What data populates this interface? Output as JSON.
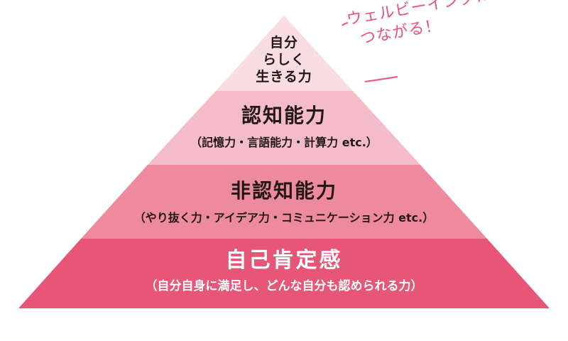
{
  "colors": {
    "apex": "#f9dde1",
    "layer2": "#f4bcc6",
    "layer3": "#ee8a9d",
    "base": "#e75677",
    "accent": "#e8547a",
    "text_dark": "#231815"
  },
  "pyramid": {
    "apex": {
      "lines": [
        "自分",
        "らしく",
        "生きる力"
      ]
    },
    "layer2": {
      "title": "認知能力",
      "subtitle": "（記憶力・言語能力・計算力 etc.）"
    },
    "layer3": {
      "title": "非認知能力",
      "subtitle": "（やり抜く力・アイデア力・コミュニケーション力 etc.）"
    },
    "base": {
      "title": "自己肯定感",
      "subtitle": "（自分自身に満足し、どんな自分も認められる力）"
    }
  },
  "note": {
    "lines": [
      "ウェルビーイングに",
      "つながる！"
    ]
  }
}
